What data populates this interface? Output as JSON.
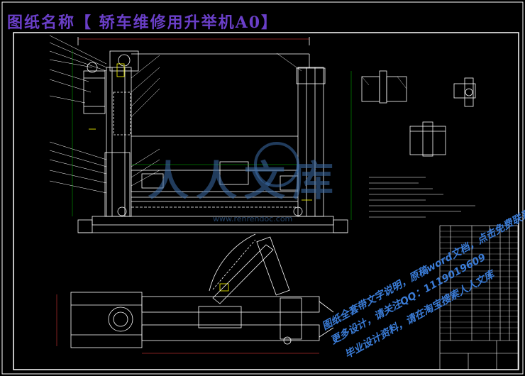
{
  "drawing": {
    "title": "图纸名称【 轿车维修用升举机A0】",
    "frame_color": "#ffffff",
    "title_color": "#6a3fc8",
    "line_color": "#ffffff",
    "dim_color": "#00c000",
    "accent_color": "#ffff00"
  },
  "watermark": {
    "logo_text": "人人文库",
    "logo_url": "www.renrendoc.com",
    "lines": [
      "图纸全套带文字说明，原稿word文档，点击免费联系",
      "更多设计，请关注QQ：1119019609",
      "毕业设计资料，请在淘宝搜索人人文库"
    ],
    "color": "#3a7bd5"
  }
}
